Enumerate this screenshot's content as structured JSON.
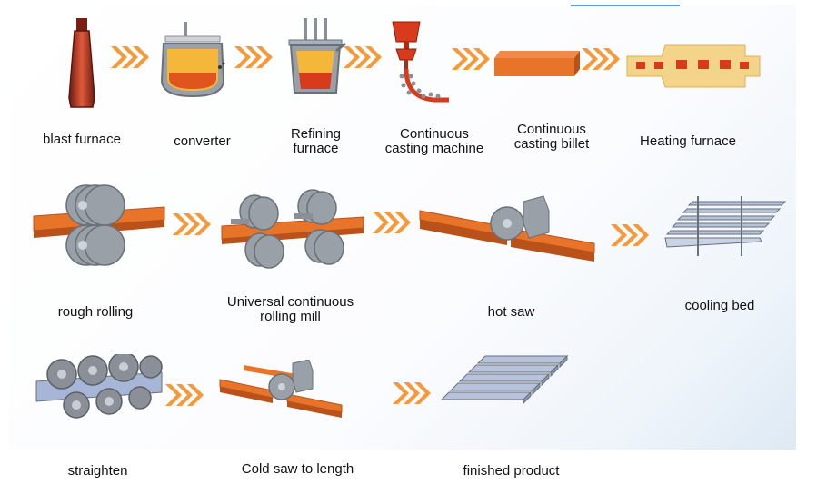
{
  "steps": {
    "blast_furnace": [
      "blast furnace"
    ],
    "converter": [
      "converter"
    ],
    "refining_furnace": [
      "Refining",
      "furnace"
    ],
    "continuous_casting_machine": [
      "Continuous",
      "casting machine"
    ],
    "continuous_casting_billet": [
      "Continuous",
      "casting billet"
    ],
    "heating_furnace": [
      "Heating furnace"
    ],
    "rough_rolling": [
      "rough rolling"
    ],
    "universal_rolling_mill": [
      "Universal continuous",
      "rolling mill"
    ],
    "hot_saw": [
      "hot saw"
    ],
    "cooling_bed": [
      "cooling bed"
    ],
    "straighten": [
      "straighten"
    ],
    "cold_saw": [
      "Cold saw to length"
    ],
    "finished_product": [
      "finished product"
    ]
  },
  "colors": {
    "steel_orange": "#e8742a",
    "steel_dark": "#b9521a",
    "molten": "#d83a1c",
    "molten_bright": "#f3a23a",
    "arrow": "#f39a3d",
    "metal_blue": "#a7b6d6",
    "metal_grey": "#8a8f98"
  }
}
